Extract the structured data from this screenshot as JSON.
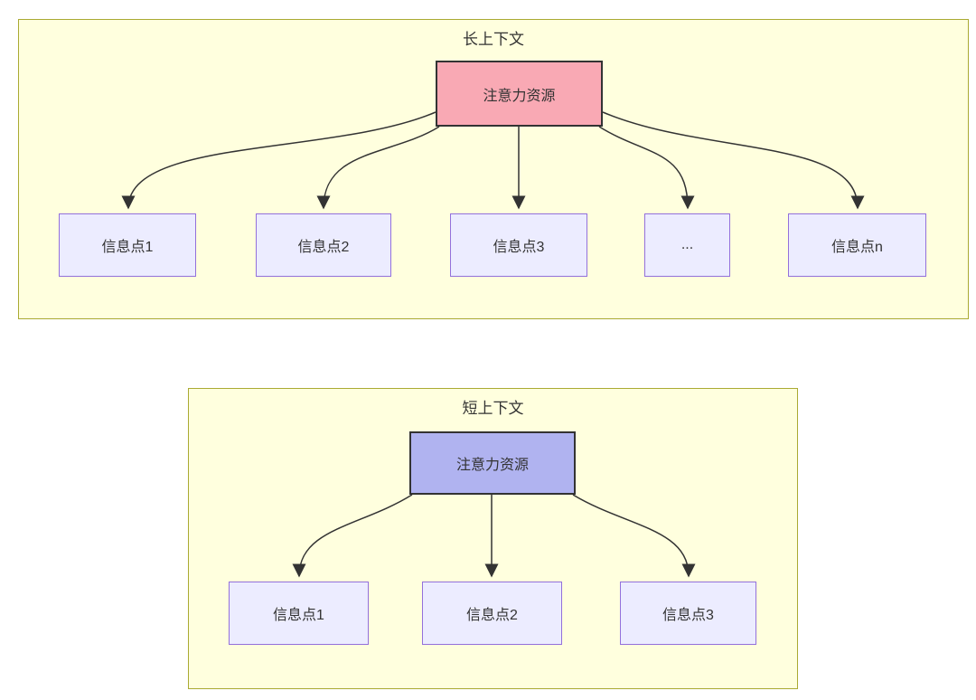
{
  "diagram": {
    "type": "flowchart-comparison",
    "colors": {
      "cluster_fill": "#ffffde",
      "cluster_border": "#aaaa33",
      "info_node_fill": "#ececff",
      "info_node_border": "#9370db",
      "attention_long_fill": "#f9a9b4",
      "attention_short_fill": "#b0b3f0",
      "attention_border": "#333333",
      "edge_line": "#333333",
      "text": "#333333"
    },
    "long_context": {
      "title": "长上下文",
      "attention_label": "注意力资源",
      "nodes": [
        {
          "label": "信息点1"
        },
        {
          "label": "信息点2"
        },
        {
          "label": "信息点3"
        },
        {
          "label": "..."
        },
        {
          "label": "信息点n"
        }
      ]
    },
    "short_context": {
      "title": "短上下文",
      "attention_label": "注意力资源",
      "nodes": [
        {
          "label": "信息点1"
        },
        {
          "label": "信息点2"
        },
        {
          "label": "信息点3"
        }
      ]
    }
  }
}
